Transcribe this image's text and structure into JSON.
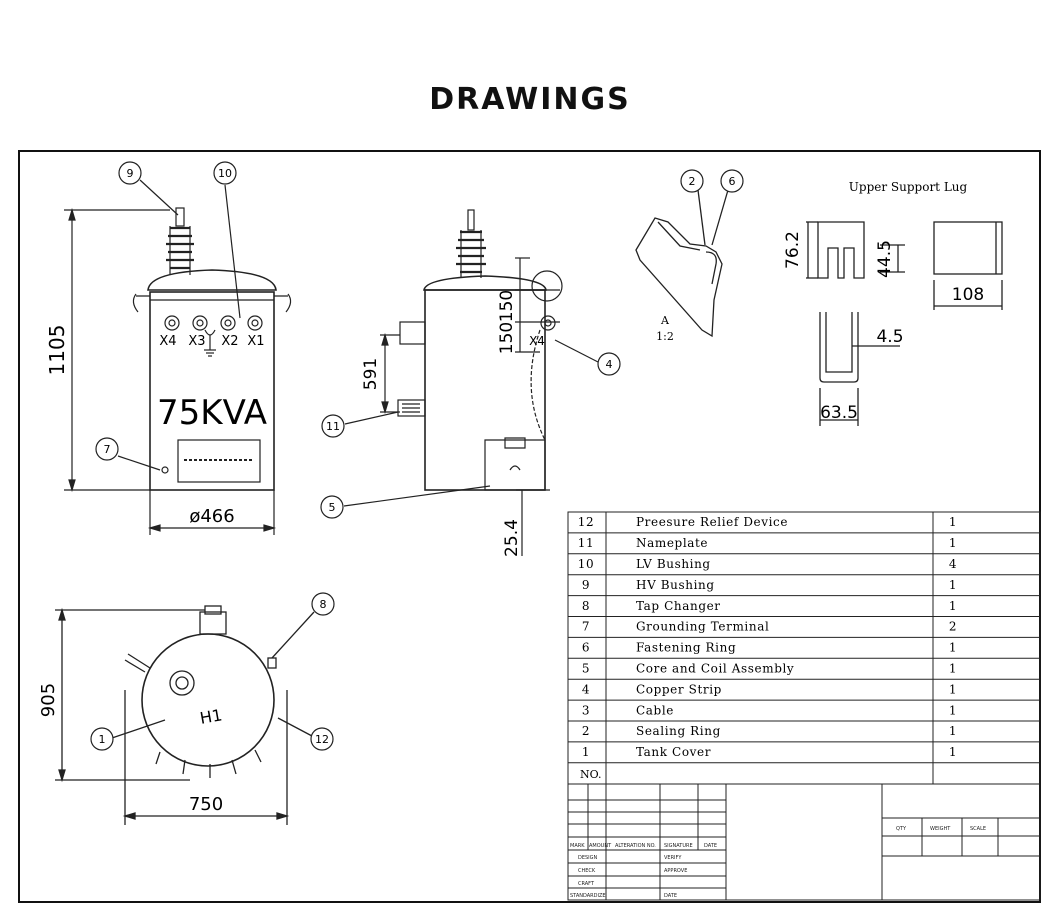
{
  "page": {
    "title": "DRAWINGS"
  },
  "front_view": {
    "rating": "75KVA",
    "terminals": [
      "X4",
      "X3",
      "X2",
      "X1"
    ],
    "height_dim": "1105",
    "diameter_dim": "ø466",
    "callouts": [
      "9",
      "10",
      "7"
    ]
  },
  "side_view": {
    "dim_150_top": "150",
    "dim_150_bot": "150",
    "dim_591": "591",
    "dim_25_4": "25.4",
    "terminal": "X4",
    "callouts": [
      "11",
      "5",
      "4"
    ]
  },
  "detail_a": {
    "label": "A",
    "scale": "1:2",
    "callouts": [
      "2",
      "6"
    ]
  },
  "support_lug": {
    "title": "Upper Support Lug",
    "dim_76_2": "76.2",
    "dim_44_5": "44.5",
    "dim_108": "108",
    "dim_4_5": "4.5",
    "dim_63_5": "63.5"
  },
  "top_view": {
    "label": "H1",
    "dim_905": "905",
    "dim_750": "750",
    "callouts": [
      "8",
      "1",
      "12"
    ]
  },
  "parts": [
    {
      "no": "12",
      "name": "Preesure Relief Device",
      "qty": "1"
    },
    {
      "no": "11",
      "name": "Nameplate",
      "qty": "1"
    },
    {
      "no": "10",
      "name": "LV Bushing",
      "qty": "4"
    },
    {
      "no": "9",
      "name": "HV Bushing",
      "qty": "1"
    },
    {
      "no": "8",
      "name": "Tap Changer",
      "qty": "1"
    },
    {
      "no": "7",
      "name": "Grounding Terminal",
      "qty": "2"
    },
    {
      "no": "6",
      "name": "Fastening Ring",
      "qty": "1"
    },
    {
      "no": "5",
      "name": "Core and Coil Assembly",
      "qty": "1"
    },
    {
      "no": "4",
      "name": "Copper Strip",
      "qty": "1"
    },
    {
      "no": "3",
      "name": "Cable",
      "qty": "1"
    },
    {
      "no": "2",
      "name": "Sealing Ring",
      "qty": "1"
    },
    {
      "no": "1",
      "name": "Tank Cover",
      "qty": "1"
    }
  ],
  "parts_footer": "NO.",
  "title_block": {
    "rev_headers": [
      "MARK",
      "AMOUNT",
      "ALTERATION NO.",
      "SIGNATURE",
      "DATE"
    ],
    "roles_left": [
      "DESIGN",
      "CHECK",
      "CRAFT",
      "STANDARDIZE"
    ],
    "roles_right": [
      "VERIFY",
      "APPROVE",
      "",
      "DATE"
    ],
    "right_headers": [
      "QTY",
      "WEIGHT",
      "SCALE"
    ]
  }
}
